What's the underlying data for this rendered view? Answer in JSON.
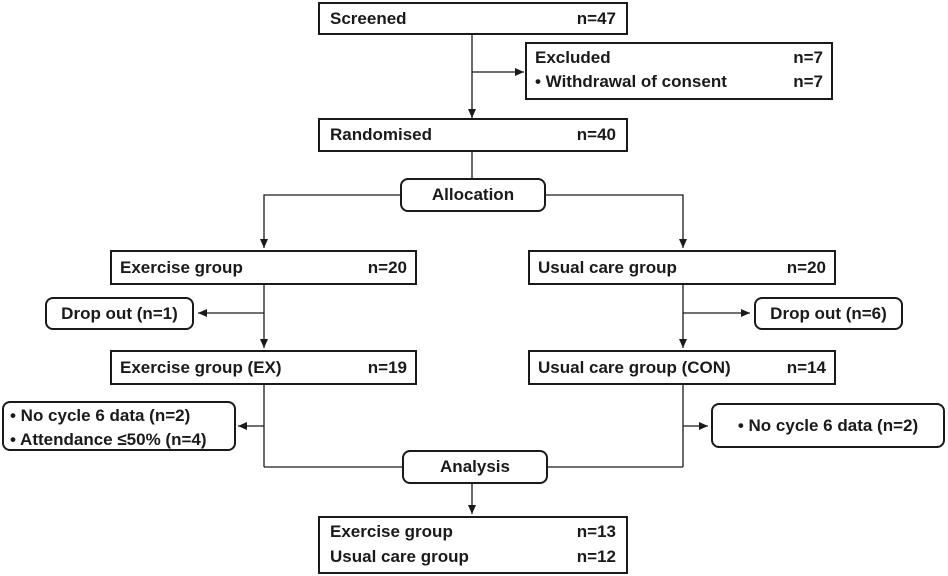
{
  "screened": {
    "label": "Screened",
    "n": "n=47"
  },
  "excluded": {
    "label": "Excluded",
    "n": "n=7",
    "reason": "• Withdrawal of consent",
    "reason_n": "n=7"
  },
  "randomised": {
    "label": "Randomised",
    "n": "n=40"
  },
  "allocation": {
    "label": "Allocation"
  },
  "exercise_group": {
    "label": "Exercise group",
    "n": "n=20"
  },
  "usual_care_group": {
    "label": "Usual care group",
    "n": "n=20"
  },
  "drop_out_ex": {
    "label": "Drop out (n=1)"
  },
  "drop_out_con": {
    "label": "Drop out (n=6)"
  },
  "exercise_group_ex": {
    "label": "Exercise group (EX)",
    "n": "n=19"
  },
  "usual_care_group_con": {
    "label": "Usual care group (CON)",
    "n": "n=14"
  },
  "ex_exclusions": {
    "items": [
      "• No cycle 6 data (n=2)",
      "• Attendance ≤50% (n=4)"
    ]
  },
  "con_exclusions": {
    "items": [
      "• No cycle 6 data (n=2)"
    ]
  },
  "analysis": {
    "label": "Analysis"
  },
  "analysis_result": {
    "exercise_label": "Exercise group",
    "exercise_n": "n=13",
    "usual_label": "Usual care group",
    "usual_n": "n=12"
  }
}
